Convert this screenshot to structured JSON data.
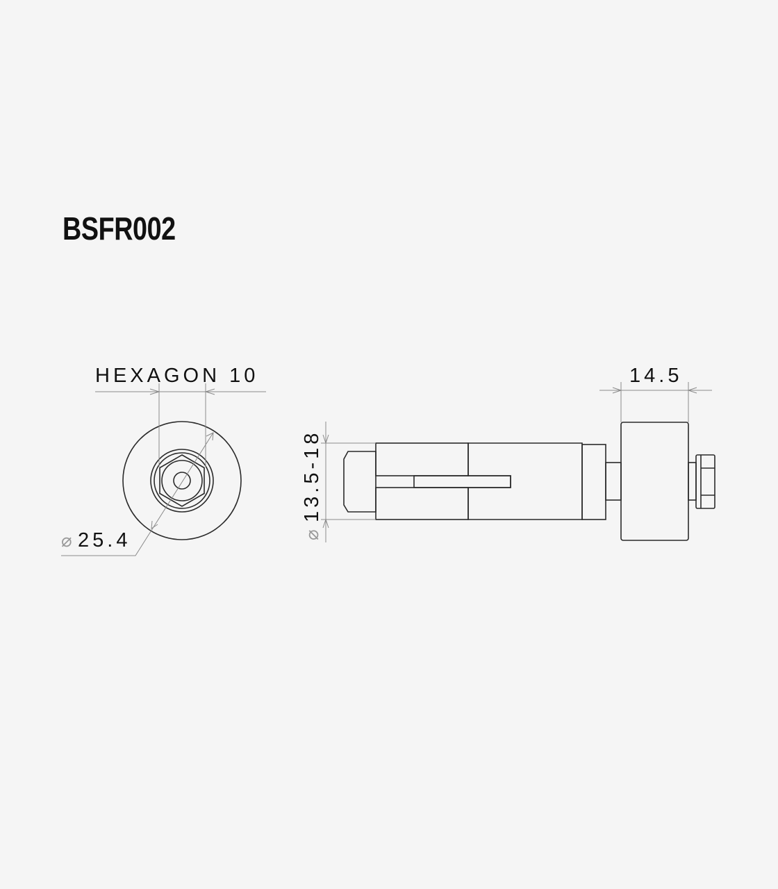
{
  "title": "BSFR002",
  "dimensions": {
    "hexagon": "HEXAGON 10",
    "outer_diameter": "25.4",
    "fit_diameter": "13.5-18",
    "cap_width": "14.5",
    "diameter_symbol": "⌀"
  },
  "colors": {
    "background": "#f5f5f5",
    "line": "#2a2a2a",
    "dimension": "#8a8a8a"
  }
}
